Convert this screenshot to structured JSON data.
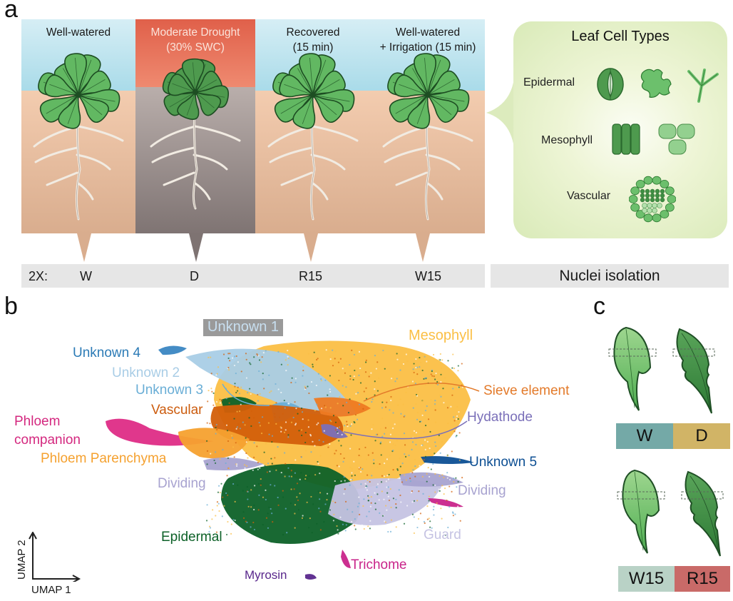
{
  "panels": {
    "a": {
      "letter": "a",
      "conditions": [
        {
          "id": "W",
          "title_line1": "Well-watered",
          "title_line2": "",
          "code": "W",
          "state": "well-watered"
        },
        {
          "id": "D",
          "title_line1": "Moderate Drought",
          "title_line2": "(30% SWC)",
          "code": "D",
          "state": "drought"
        },
        {
          "id": "R15",
          "title_line1": "Recovered",
          "title_line2": "(15 min)",
          "code": "R15",
          "state": "recovered"
        },
        {
          "id": "W15",
          "title_line1": "Well-watered",
          "title_line2": "+ Irrigation (15 min)",
          "code": "W15",
          "state": "irrigated"
        }
      ],
      "replicate_label": "2X:",
      "nuclei_label": "Nuclei isolation",
      "leaf_cell_types": {
        "title": "Leaf Cell Types",
        "rows": [
          {
            "label": "Epidermal",
            "icons": [
              "guard-cell-icon",
              "pavement-cell-icon",
              "trichome-icon"
            ]
          },
          {
            "label": "Mesophyll",
            "icons": [
              "palisade-cells-icon",
              "spongy-cells-icon"
            ]
          },
          {
            "label": "Vascular",
            "icons": [
              "vascular-bundle-icon"
            ]
          }
        ]
      },
      "colors": {
        "sky_wet": "#b9e1ee",
        "sky_drought": "#e8735a",
        "soil_wet": "#efc3a3",
        "soil_dry": "#8f8584",
        "leaf": "#5cb85c",
        "leaf_dark": "#1f5c2a",
        "root": "#ece6dc",
        "label_bar": "#e6e6e6",
        "leaf_box": "#dcebbd"
      }
    },
    "b": {
      "letter": "b",
      "axes": {
        "x_label": "UMAP 1",
        "y_label": "UMAP 2"
      }
    },
    "c": {
      "letter": "c",
      "comparisons": [
        {
          "left": {
            "label": "W",
            "color": "#74a9a7"
          },
          "right": {
            "label": "D",
            "color": "#d1b466"
          }
        },
        {
          "left": {
            "label": "W15",
            "color": "#b9d2c6"
          },
          "right": {
            "label": "R15",
            "color": "#c96a68"
          }
        }
      ]
    }
  },
  "chart_data": {
    "type": "scatter",
    "title": "",
    "xlabel": "UMAP 1",
    "ylabel": "UMAP 2",
    "grid": false,
    "legend": "inline labels",
    "clusters": [
      {
        "name": "Mesophyll",
        "color": "#fbbf45"
      },
      {
        "name": "Unknown 1",
        "color": "#a9a9a9"
      },
      {
        "name": "Unknown 2",
        "color": "#a9cde6"
      },
      {
        "name": "Unknown 3",
        "color": "#6aaed6"
      },
      {
        "name": "Unknown 4",
        "color": "#3a86c2"
      },
      {
        "name": "Unknown 5",
        "color": "#0d4f93"
      },
      {
        "name": "Vascular",
        "color": "#d35f0a"
      },
      {
        "name": "Sieve element",
        "color": "#ee7a22"
      },
      {
        "name": "Phloem companion",
        "color": "#de2c86"
      },
      {
        "name": "Phloem Parenchyma",
        "color": "#f5a12f"
      },
      {
        "name": "Hydathode",
        "color": "#7b70b9"
      },
      {
        "name": "Dividing",
        "color": "#a8a3d0"
      },
      {
        "name": "Epidermal",
        "color": "#0d6128"
      },
      {
        "name": "Guard",
        "color": "#c5c3e3"
      },
      {
        "name": "Trichome",
        "color": "#c9248a"
      },
      {
        "name": "Myrosin",
        "color": "#59278c"
      }
    ],
    "labels": [
      {
        "text": "Unknown 1",
        "cluster": "Unknown 1",
        "boxed": true
      },
      {
        "text": "Mesophyll",
        "cluster": "Mesophyll"
      },
      {
        "text": "Unknown 4",
        "cluster": "Unknown 4"
      },
      {
        "text": "Unknown 2",
        "cluster": "Unknown 2"
      },
      {
        "text": "Unknown 3",
        "cluster": "Unknown 3",
        "arrow": true
      },
      {
        "text": "Sieve element",
        "cluster": "Sieve element",
        "arrow": true
      },
      {
        "text": "Vascular",
        "cluster": "Vascular"
      },
      {
        "text": "Hydathode",
        "cluster": "Hydathode",
        "arrow": true
      },
      {
        "text": "Phloem",
        "text2": "companion",
        "cluster": "Phloem companion"
      },
      {
        "text": "Phloem Parenchyma",
        "cluster": "Phloem Parenchyma"
      },
      {
        "text": "Unknown 5",
        "cluster": "Unknown 5"
      },
      {
        "text": "Dividing",
        "cluster": "Dividing"
      },
      {
        "text": "Dividing",
        "cluster": "Dividing"
      },
      {
        "text": "Epidermal",
        "cluster": "Epidermal"
      },
      {
        "text": "Guard",
        "cluster": "Guard"
      },
      {
        "text": "Trichome",
        "cluster": "Trichome"
      },
      {
        "text": "Myrosin",
        "cluster": "Myrosin"
      }
    ]
  }
}
